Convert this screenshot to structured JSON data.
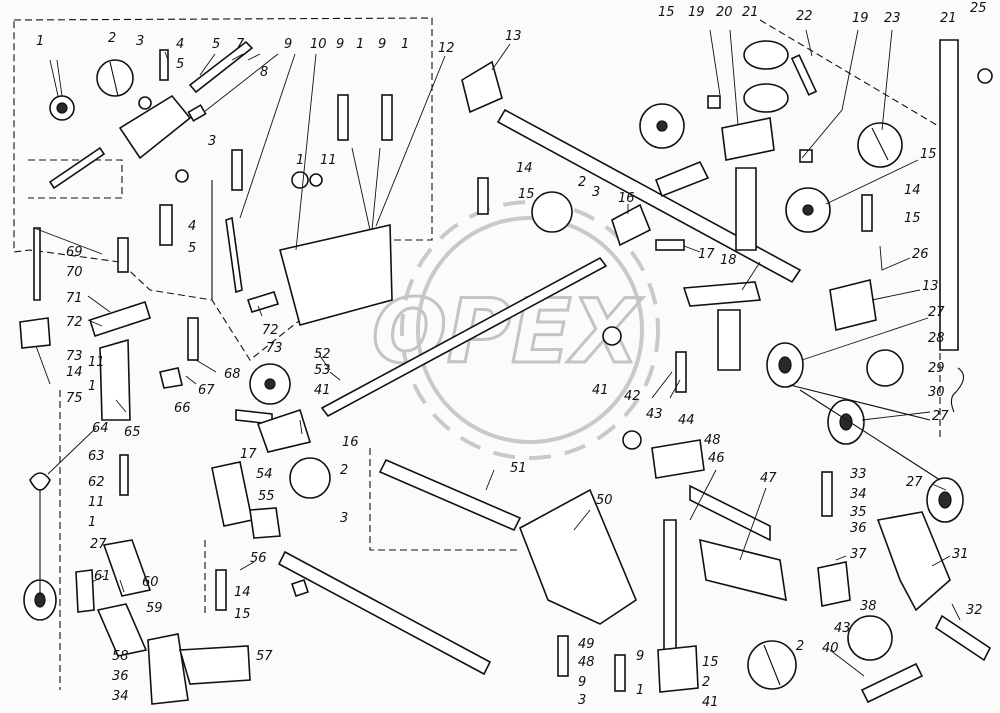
{
  "watermark": {
    "text": "OPEX"
  },
  "labels": [
    {
      "id": "c-1a",
      "t": "1"
    },
    {
      "id": "c-2a",
      "t": "2"
    },
    {
      "id": "c-3a",
      "t": "3"
    },
    {
      "id": "c-4a",
      "t": "4"
    },
    {
      "id": "c-5a",
      "t": "5"
    },
    {
      "id": "c-5b",
      "t": "5"
    },
    {
      "id": "c-7a",
      "t": "7"
    },
    {
      "id": "c-9a",
      "t": "9"
    },
    {
      "id": "c-10a",
      "t": "10"
    },
    {
      "id": "c-9b",
      "t": "9"
    },
    {
      "id": "c-1b",
      "t": "1"
    },
    {
      "id": "c-9c",
      "t": "9"
    },
    {
      "id": "c-1c",
      "t": "1"
    },
    {
      "id": "c-12a",
      "t": "12"
    },
    {
      "id": "c-13a",
      "t": "13"
    },
    {
      "id": "c-8a",
      "t": "8"
    },
    {
      "id": "c-3b",
      "t": "3"
    },
    {
      "id": "c-1d",
      "t": "1"
    },
    {
      "id": "c-11a",
      "t": "11"
    },
    {
      "id": "c-4b",
      "t": "4"
    },
    {
      "id": "c-5c",
      "t": "5"
    },
    {
      "id": "c-14a",
      "t": "14"
    },
    {
      "id": "c-15a",
      "t": "15"
    },
    {
      "id": "c-2b",
      "t": "2"
    },
    {
      "id": "c-3c",
      "t": "3"
    },
    {
      "id": "c-16a",
      "t": "16"
    },
    {
      "id": "c-17a",
      "t": "17"
    },
    {
      "id": "c-18a",
      "t": "18"
    },
    {
      "id": "c-15b",
      "t": "15"
    },
    {
      "id": "c-19a",
      "t": "19"
    },
    {
      "id": "c-20a",
      "t": "20"
    },
    {
      "id": "c-21a",
      "t": "21"
    },
    {
      "id": "c-22a",
      "t": "22"
    },
    {
      "id": "c-19b",
      "t": "19"
    },
    {
      "id": "c-23a",
      "t": "23"
    },
    {
      "id": "c-21b",
      "t": "21"
    },
    {
      "id": "c-25a",
      "t": "25"
    },
    {
      "id": "c-15c",
      "t": "15"
    },
    {
      "id": "c-14b",
      "t": "14"
    },
    {
      "id": "c-15d",
      "t": "15"
    },
    {
      "id": "c-26a",
      "t": "26"
    },
    {
      "id": "c-13b",
      "t": "13"
    },
    {
      "id": "c-27a",
      "t": "27"
    },
    {
      "id": "c-28a",
      "t": "28"
    },
    {
      "id": "c-29a",
      "t": "29"
    },
    {
      "id": "c-30a",
      "t": "30"
    },
    {
      "id": "c-27b",
      "t": "27"
    },
    {
      "id": "c-69a",
      "t": "69"
    },
    {
      "id": "c-70a",
      "t": "70"
    },
    {
      "id": "c-71a",
      "t": "71"
    },
    {
      "id": "c-72a",
      "t": "72"
    },
    {
      "id": "c-73a",
      "t": "73"
    },
    {
      "id": "c-14c",
      "t": "14"
    },
    {
      "id": "c-75a",
      "t": "75"
    },
    {
      "id": "c-11b",
      "t": "11"
    },
    {
      "id": "c-1e",
      "t": "1"
    },
    {
      "id": "c-65a",
      "t": "65"
    },
    {
      "id": "c-66a",
      "t": "66"
    },
    {
      "id": "c-67a",
      "t": "67"
    },
    {
      "id": "c-68a",
      "t": "68"
    },
    {
      "id": "c-72b",
      "t": "72"
    },
    {
      "id": "c-73b",
      "t": "73"
    },
    {
      "id": "c-52a",
      "t": "52"
    },
    {
      "id": "c-53a",
      "t": "53"
    },
    {
      "id": "c-41a",
      "t": "41"
    },
    {
      "id": "c-41b",
      "t": "41"
    },
    {
      "id": "c-42a",
      "t": "42"
    },
    {
      "id": "c-43a",
      "t": "43"
    },
    {
      "id": "c-44a",
      "t": "44"
    },
    {
      "id": "c-48a",
      "t": "48"
    },
    {
      "id": "c-64a",
      "t": "64"
    },
    {
      "id": "c-63a",
      "t": "63"
    },
    {
      "id": "c-62a",
      "t": "62"
    },
    {
      "id": "c-11c",
      "t": "11"
    },
    {
      "id": "c-1f",
      "t": "1"
    },
    {
      "id": "c-17b",
      "t": "17"
    },
    {
      "id": "c-16b",
      "t": "16"
    },
    {
      "id": "c-54a",
      "t": "54"
    },
    {
      "id": "c-55a",
      "t": "55"
    },
    {
      "id": "c-2c",
      "t": "2"
    },
    {
      "id": "c-3d",
      "t": "3"
    },
    {
      "id": "c-51a",
      "t": "51"
    },
    {
      "id": "c-46a",
      "t": "46"
    },
    {
      "id": "c-47a",
      "t": "47"
    },
    {
      "id": "c-27c",
      "t": "27"
    },
    {
      "id": "c-33a",
      "t": "33"
    },
    {
      "id": "c-34a",
      "t": "34"
    },
    {
      "id": "c-35a",
      "t": "35"
    },
    {
      "id": "c-36a",
      "t": "36"
    },
    {
      "id": "c-37a",
      "t": "37"
    },
    {
      "id": "c-31a",
      "t": "31"
    },
    {
      "id": "c-50a",
      "t": "50"
    },
    {
      "id": "c-27d",
      "t": "27"
    },
    {
      "id": "c-61a",
      "t": "61"
    },
    {
      "id": "c-60a",
      "t": "60"
    },
    {
      "id": "c-56a",
      "t": "56"
    },
    {
      "id": "c-14d",
      "t": "14"
    },
    {
      "id": "c-15e",
      "t": "15"
    },
    {
      "id": "c-59a",
      "t": "59"
    },
    {
      "id": "c-58a",
      "t": "58"
    },
    {
      "id": "c-36b",
      "t": "36"
    },
    {
      "id": "c-34b",
      "t": "34"
    },
    {
      "id": "c-57a",
      "t": "57"
    },
    {
      "id": "c-49a",
      "t": "49"
    },
    {
      "id": "c-48b",
      "t": "48"
    },
    {
      "id": "c-9d",
      "t": "9"
    },
    {
      "id": "c-3e",
      "t": "3"
    },
    {
      "id": "c-9e",
      "t": "9"
    },
    {
      "id": "c-1g",
      "t": "1"
    },
    {
      "id": "c-15f",
      "t": "15"
    },
    {
      "id": "c-2d",
      "t": "2"
    },
    {
      "id": "c-41c",
      "t": "41"
    },
    {
      "id": "c-2e",
      "t": "2"
    },
    {
      "id": "c-38a",
      "t": "38"
    },
    {
      "id": "c-43b",
      "t": "43"
    },
    {
      "id": "c-40a",
      "t": "40"
    },
    {
      "id": "c-32a",
      "t": "32"
    }
  ]
}
